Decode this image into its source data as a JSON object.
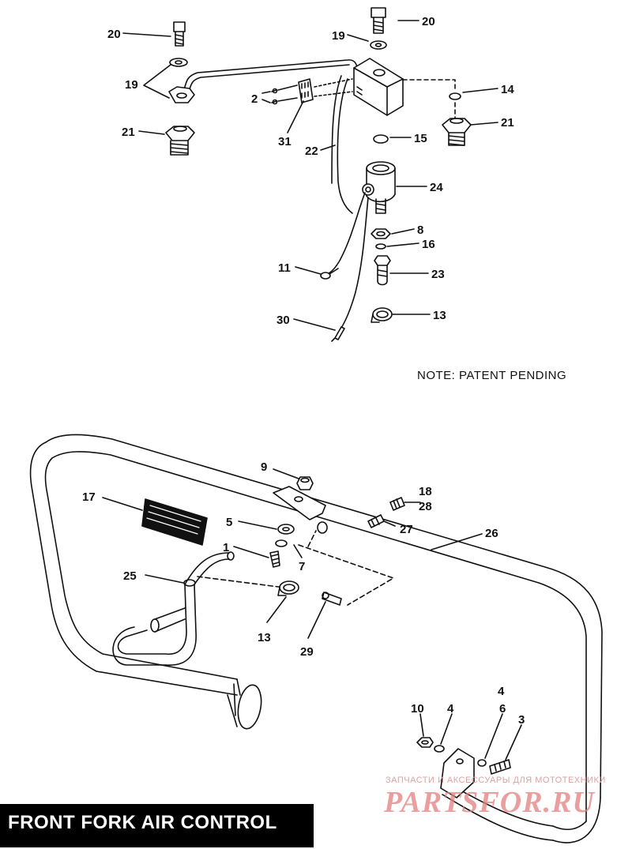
{
  "title": "FRONT FORK AIR CONTROL",
  "note": "NOTE: PATENT PENDING",
  "watermark": {
    "tagline": "ЗАПЧАСТИ И АКСЕССУАРЫ ДЛЯ МОТОТЕХНИКИ",
    "logo": "PARTSFOR.RU"
  },
  "callouts": {
    "top": [
      "20",
      "19",
      "19",
      "21",
      "2",
      "31",
      "22",
      "20",
      "19",
      "14",
      "21",
      "15",
      "24",
      "8",
      "16",
      "11",
      "23",
      "30",
      "13"
    ],
    "bottom": [
      "9",
      "17",
      "5",
      "1",
      "7",
      "18",
      "28",
      "27",
      "26",
      "25",
      "13",
      "29",
      "4",
      "6",
      "10",
      "4",
      "3"
    ]
  },
  "colors": {
    "ink": "#111111",
    "title_bg": "#000000",
    "title_fg": "#ffffff",
    "watermark": "#e48080"
  }
}
